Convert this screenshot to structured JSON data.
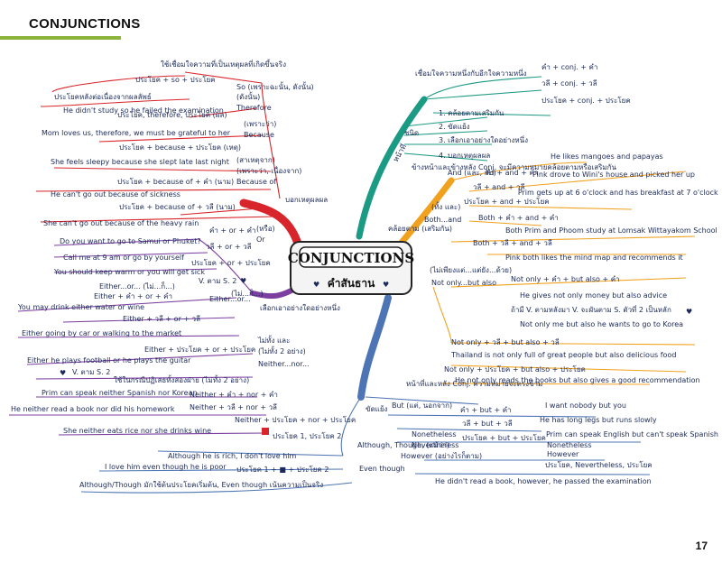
{
  "page": {
    "header": "CONJUNCTIONS",
    "page_number": "17"
  },
  "center": {
    "title": "CONJUNCTIONS",
    "thai": "คำสันธาน"
  },
  "colors": {
    "red": "#d8252b",
    "green": "#1b9a84",
    "orange": "#f0a21e",
    "blue": "#4d74b4",
    "purple": "#7b3fa0",
    "accent": "#8cb43a"
  },
  "top": {
    "types_label": "ชนิด",
    "intro": "เชื่อมใจความหนึ่งกับอีกใจความหนึ่ง",
    "formulas": [
      "คำ + conj. + คำ",
      "วลี + conj. + วลี",
      "ประโยค + conj. + ประโยค"
    ],
    "types": [
      "1. คล้อยตามเสริมกัน",
      "2. ขัดแย้ง",
      "3. เลือกเอาอย่างใดอย่างหนึ่ง",
      "4. บอกเหตุผลผล"
    ],
    "function_label": "หน้าที่"
  },
  "cause": {
    "branch": "บอกเหตุผลผล",
    "so": "So (เพราะฉะนั้น, ดังนั้น)",
    "so_desc": "ใช้เชื่อมใจความที่เป็นเหตุผลที่เกิดขึ้นจริง",
    "so_formula": "ประโยค + so + ประโยค",
    "so_note": "ประโยคหลังต่อเนื่องจากผลลัพธ์",
    "so_ex": "He didn't study so he failed the examination",
    "therefore": "Therefore",
    "therefore_th": "(ดังนั้น)",
    "therefore_formula": "ประโยค, therefore, ประโยค (ผล)",
    "therefore_ex": "Mom loves us, therefore, we must be grateful to her",
    "because": "Because",
    "because_th": "(เพราะว่า)",
    "because_formula": "ประโยค + because + ประโยค (เหตุ)",
    "because_ex": "She feels sleepy because she slept late last night",
    "becauseof": "Because of",
    "becauseof_th": "(เพราะว่า, เนื่องจาก)",
    "becauseof_th2": "(สาเหตุจาก)",
    "becauseof_f1": "ประโยค + because of + คำ (นาม)",
    "becauseof_ex1": "He can't go out because of sickness",
    "becauseof_f2": "ประโยค + because of + วลี (นาม)",
    "becauseof_ex2": "She can't go out because of the heavy rain"
  },
  "alternative": {
    "branch": "เลือกเอาอย่างใดอย่างหนึ่ง",
    "or": "Or",
    "or_th": "(หรือ)",
    "or_f1": "คำ + or + คำ",
    "or_ex1": "Do you want to go to Samui or Phuket?",
    "or_f2": "วลี + or + วลี",
    "or_ex2": "Call me at 9 am or go by yourself",
    "or_f3": "ประโยค + or + ประโยค",
    "or_ex3": "You should keep warm or you will get sick",
    "eitheror": "Either...or...",
    "eitheror_th": "(ไม่...ก็...)",
    "either_agree": "V. ตาม S. 2",
    "either_th2": "Either...or... (ไม่...ก็...)",
    "either_f1": "Either + คำ + or + คำ",
    "either_ex1": "You may drink either water or wine",
    "either_f2": "Either + วลี + or + วลี",
    "either_ex2": "Either going by car or walking to the market",
    "either_f3": "Either + ประโยค + or + ประโยค",
    "either_ex3": "Either he plays football or he plays the guitar",
    "neither": "Neither...nor...",
    "neither_th": "ไม่ทั้ง และ",
    "neither_th2": "(ไม่ทั้ง 2 อย่าง)",
    "neither_agree": "V. ตาม S. 2",
    "neither_desc": "ใช้ในกรณีปฏิเสธทั้งสองฝ่าย (ไม่ทั้ง 2 อย่าง)",
    "neither_f1": "Neither + คำ + nor + คำ",
    "neither_ex1": "Prim can speak neither Spanish nor Korean",
    "neither_f2": "Neither + วลี + nor + วลี",
    "neither_ex2": "He neither read a book nor did his homework",
    "neither_f3": "Neither + ประโยค + nor + ประโยค",
    "neither_ex3": "She neither eats rice nor she drinks wine"
  },
  "contrast": {
    "branch": "ขัดแย้ง",
    "intro": "หน้าที่และหลัง Conj. ความหมายจะตรงข้าม",
    "but": "But (แต่, นอกจาก)",
    "but_f1": "คำ + but + คำ",
    "but_ex1": "I want nobody but you",
    "but_f2": "วลี + but + วลี",
    "but_ex2": "He has long legs but runs slowly",
    "but_f3": "ประโยค + but + ประโยค",
    "but_ex3": "Prim can speak English but can't speak Spanish",
    "nonetheless": "Nonetheless",
    "nevertheless": "Nevertheless",
    "however": "However (อย่างไรก็ตาม)",
    "however_list": [
      "Nonetheless",
      "However"
    ],
    "however_formula": "ประโยค, Nevertheless, ประโยค",
    "however_ex": "He didn't read a book, however, he passed the examination",
    "although": "Although, Though, (แม้ว่า)",
    "even_though": "Even though",
    "al_f1": "ประโยค 1, ประโยค 2",
    "al_ex1": "Although he is rich, I don't love him",
    "al_f2": "ประโยค 1 + ■ + ประโยค 2",
    "al_ex2": "I love him even though he is poor",
    "al_note": "Although/Though มักใช้ต้นประโยคเริ่มต้น, Even though เน้นความเป็นจริง"
  },
  "addition": {
    "branch": "คล้อยตาม (เสริมกัน)",
    "intro": "ข้างหน้าและข้างหลัง Conj. จะมีความหมายคล้อยตามหรือเสริมกัน",
    "and": "And (และ, กับ)",
    "and_f1": "คำ + and + คำ",
    "and_ex1": "He likes mangoes and papayas",
    "and_f2": "วลี + and + วลี",
    "and_ex2": "Pink drove to Wini's house and picked her up",
    "and_f3": "ประโยค + and + ประโยค",
    "and_ex3": "Prim gets up at 6 o'clock and has breakfast at 7 o'clock",
    "both": "Both...and",
    "both_th": "(ทั้ง และ)",
    "both_f1": "Both + คำ + and + คำ",
    "both_ex1": "Both Prim and Phoom study at Lomsak Wittayakom School",
    "both_f2": "Both + วลี + and + วลี",
    "both_ex2": "Pink both likes the mind map and recommends it",
    "notonly": "Not only...but also",
    "notonly_th": "(ไม่เพียงแต่...แต่ยัง...ด้วย)",
    "notonly_f1": "Not only + คำ + but also + คำ",
    "notonly_ex1": "He gives not only money but also advice",
    "notonly_agree": "ถ้ามี V. ตามหลังมา V. จะผันตาม S. ตัวที่ 2 เป็นหลัก",
    "notonly_ex1b": "Not only me but also he wants to go to Korea",
    "notonly_f2": "Not only + วลี + but also + วลี",
    "notonly_ex2": "Thailand is not only full of great people but also delicious food",
    "notonly_f3": "Not only + ประโยค + but also + ประโยค",
    "notonly_ex3": "He not only reads the books but also gives a good recommendation"
  }
}
